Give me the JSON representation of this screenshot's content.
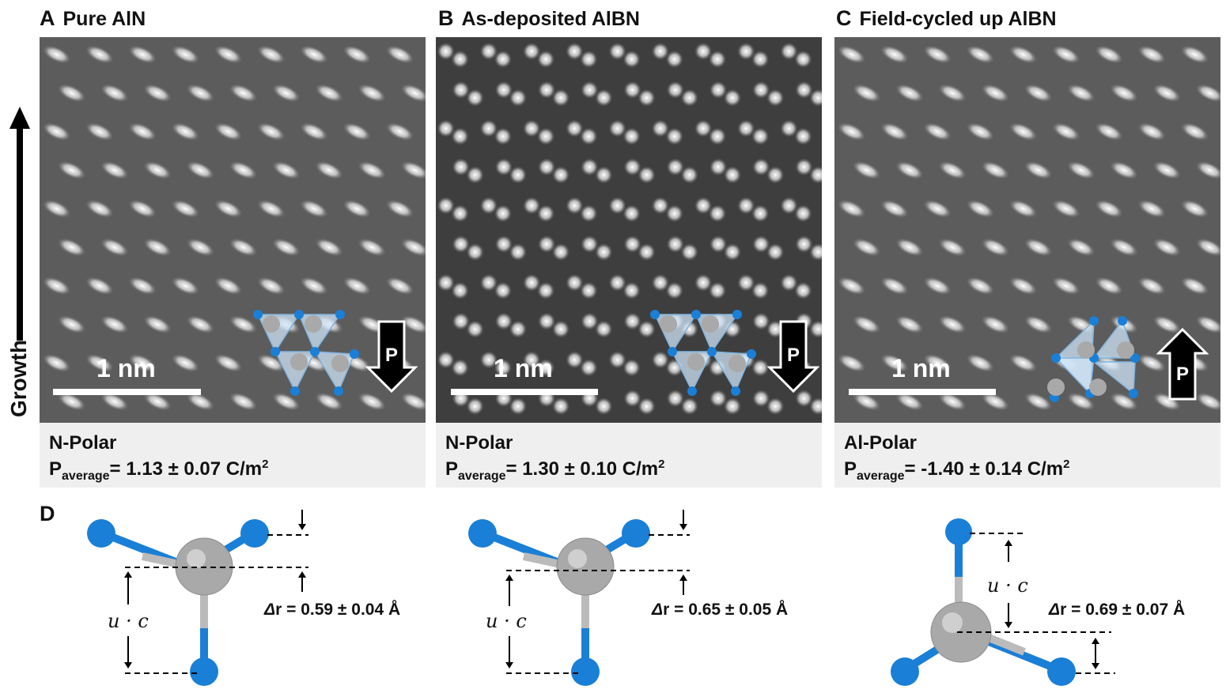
{
  "growth_label": "Growth",
  "panels": [
    {
      "letter": "A",
      "title": "Pure AlN",
      "polarity": "N-Polar",
      "p_prefix": "P",
      "p_sub": "average",
      "p_value": "= 1.13 ± 0.07 C/m",
      "p_sup": "2",
      "scale": "1 nm",
      "arrow": "P",
      "direction": "down"
    },
    {
      "letter": "B",
      "title": "As-deposited AlBN",
      "polarity": "N-Polar",
      "p_prefix": "P",
      "p_sub": "average",
      "p_value": "= 1.30 ± 0.10  C/m",
      "p_sup": "2",
      "scale": "1 nm",
      "arrow": "P",
      "direction": "down"
    },
    {
      "letter": "C",
      "title": "Field-cycled up AlBN",
      "polarity": "Al-Polar",
      "p_prefix": "P",
      "p_sub": "average",
      "p_value": "= -1.40 ± 0.14 C/m",
      "p_sup": "2",
      "scale": "1 nm",
      "arrow": "P",
      "direction": "up"
    }
  ],
  "panel_d": {
    "letter": "D",
    "uc_label": "u · c",
    "models": [
      {
        "dr_symbol": "Δ",
        "dr_text": "r = 0.59 ± 0.04 Å"
      },
      {
        "dr_symbol": "Δ",
        "dr_text": "r = 0.65 ± 0.05 Å"
      },
      {
        "dr_symbol": "Δ",
        "dr_text": "r = 0.69 ± 0.07 Å"
      }
    ]
  },
  "colors": {
    "nitrogen": "#1a7fd6",
    "aluminum": "#a9a9a9",
    "image_bg": "#5a5a5a",
    "caption_bg": "#efefef"
  }
}
